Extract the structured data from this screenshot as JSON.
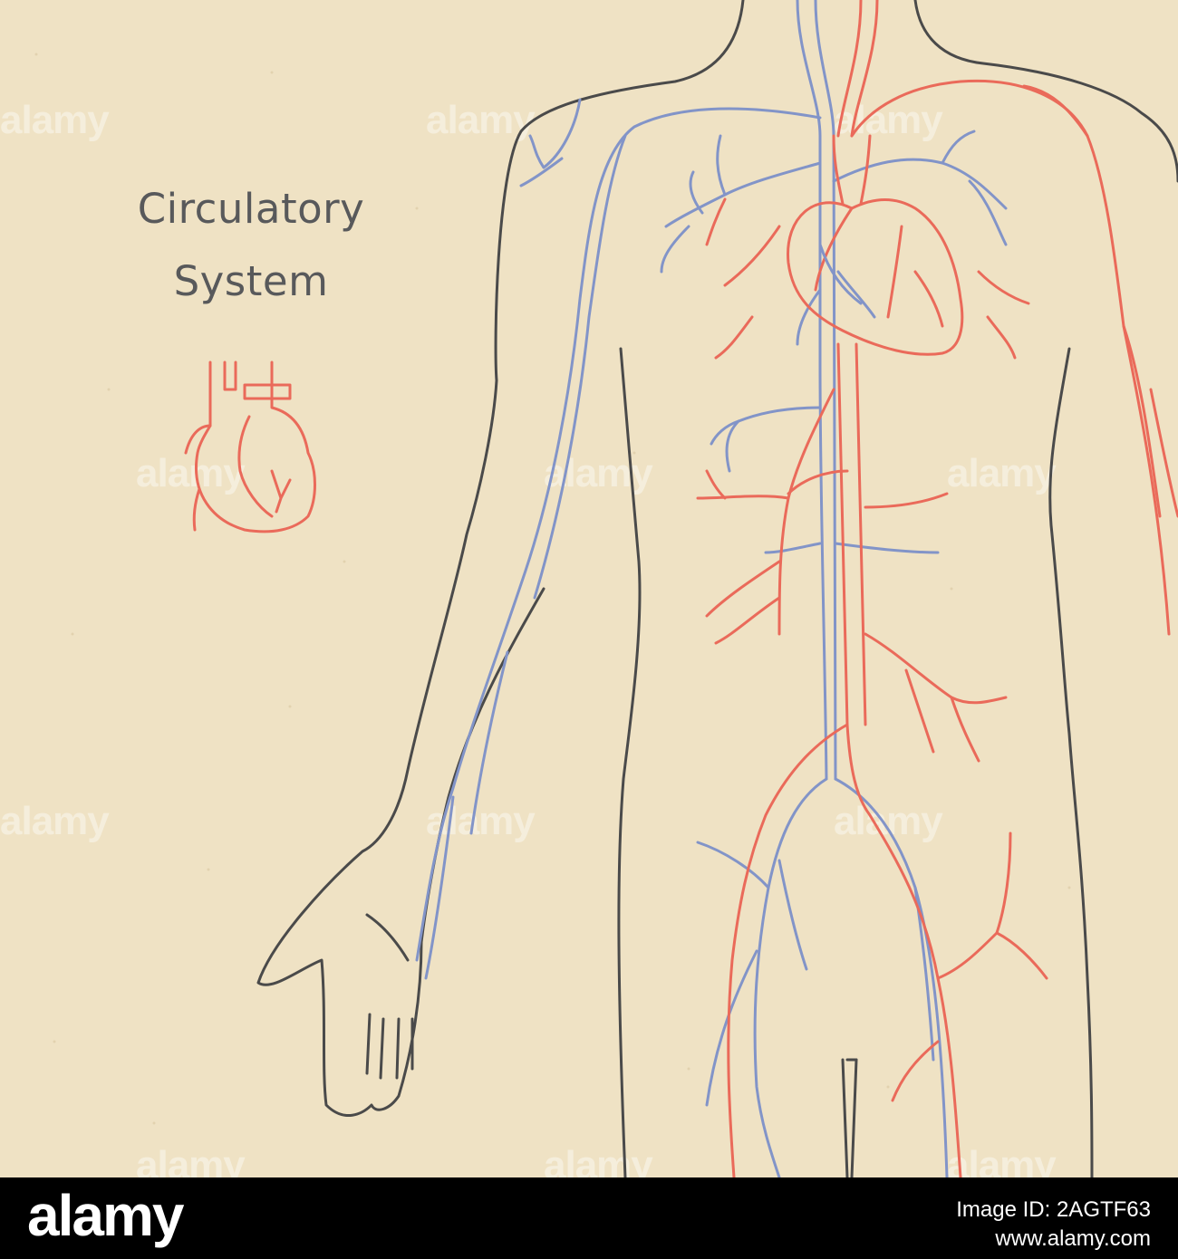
{
  "title": {
    "line1": "Circulatory",
    "line2": "System"
  },
  "watermark": "alamy",
  "footer": {
    "logo": "alamy",
    "image_id_label": "Image ID: 2AGTF63",
    "site": "www.alamy.com"
  },
  "colors": {
    "background": "#efe2c4",
    "outline": "#4a4a4a",
    "artery": "#ea6a5a",
    "vein": "#8294c8",
    "title_text": "#58595b",
    "footer_bg": "#000000"
  },
  "icons": [
    "heart-icon"
  ]
}
